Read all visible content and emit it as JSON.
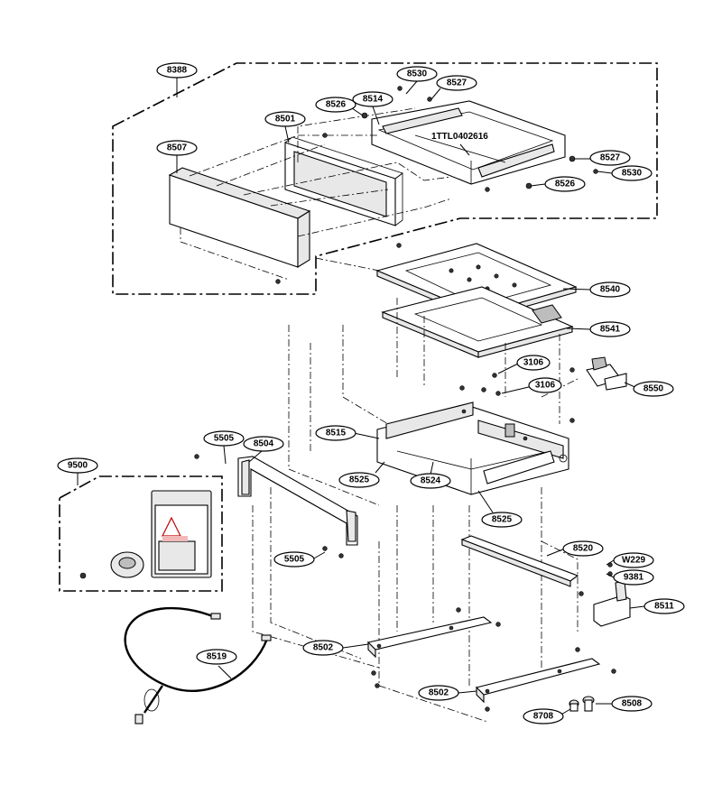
{
  "labels": {
    "l8388": "8388",
    "l8530a": "8530",
    "l8527a": "8527",
    "l8526a": "8526",
    "l8514": "8514",
    "l8501": "8501",
    "l8507": "8507",
    "l8527b": "8527",
    "l8530b": "8530",
    "l8526b": "8526",
    "l8540": "8540",
    "l8541": "8541",
    "l3106a": "3106",
    "l3106b": "3106",
    "l8550": "8550",
    "l8515": "8515",
    "l5505a": "5505",
    "l8504": "8504",
    "l8525a": "8525",
    "l8524": "8524",
    "l8525b": "8525",
    "l9500": "9500",
    "l5505b": "5505",
    "l8520": "8520",
    "lW229": "W229",
    "l9381": "9381",
    "l8511": "8511",
    "l8519": "8519",
    "l8502a": "8502",
    "l8502b": "8502",
    "l8508": "8508",
    "l8708": "8708"
  },
  "part_note": "1TTL0402616"
}
